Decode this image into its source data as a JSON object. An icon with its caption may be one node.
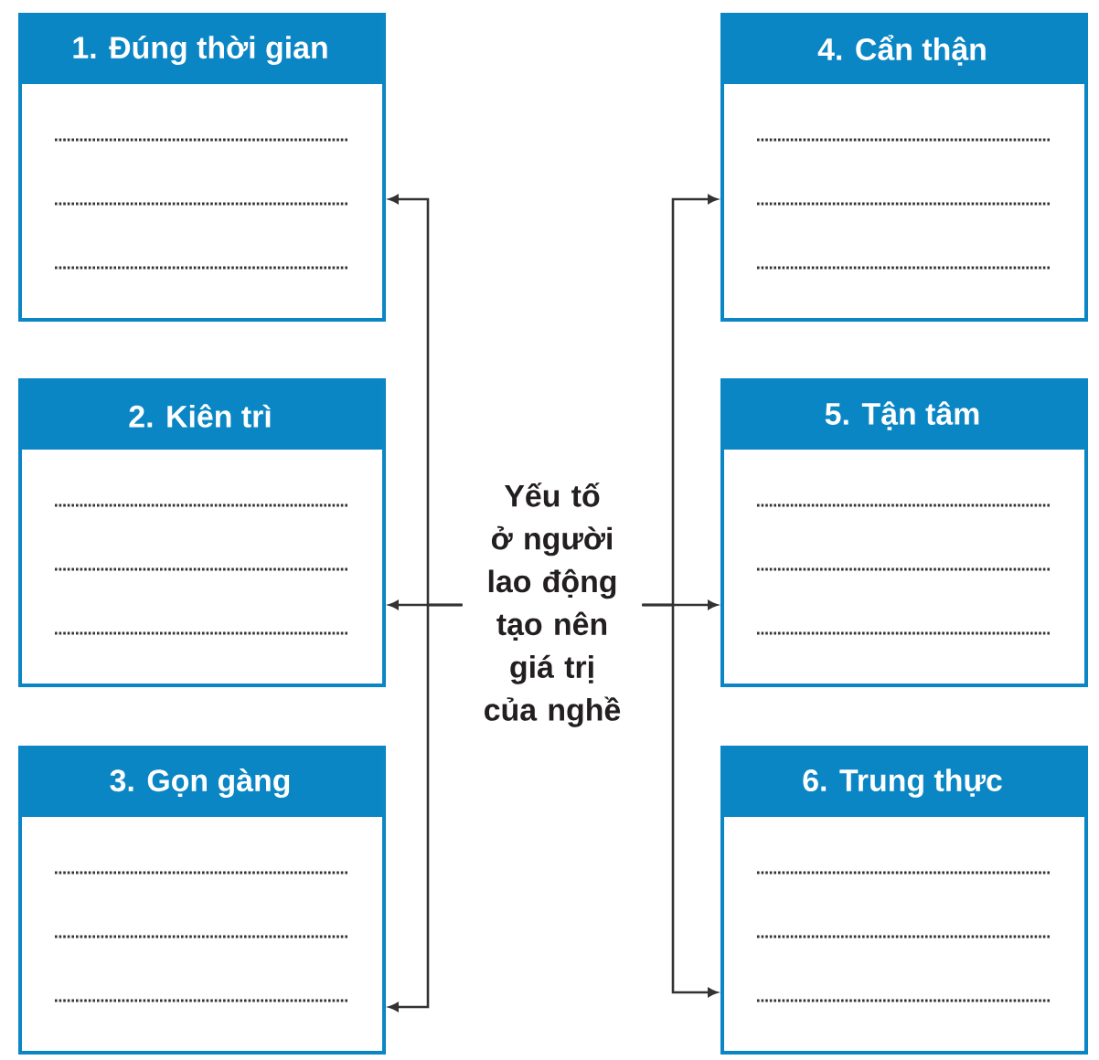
{
  "diagram": {
    "nodes": [
      {
        "text": [
          "1. Đúng thời gian"
        ]
      },
      {
        "text": [
          "4. Cẩn thận"
        ]
      },
      {
        "text": [
          "2. Kiên trì"
        ]
      },
      {
        "text": [
          "Yếu tố ở người lao động tạo nên giá trị của nghề"
        ]
      },
      {
        "text": [
          "5. Tận tâm"
        ]
      },
      {
        "text": [
          "3. Gọn gàng"
        ]
      },
      {
        "text": [
          "6. Trung thực"
        ]
      }
    ],
    "edges": [
      {
        "from": 3,
        "to": 0,
        "arrow": "to"
      },
      {
        "from": 3,
        "to": 2,
        "arrow": "to"
      },
      {
        "from": 3,
        "to": 5,
        "arrow": "to"
      },
      {
        "from": 3,
        "to": 1,
        "arrow": "to"
      },
      {
        "from": 3,
        "to": 4,
        "arrow": "to"
      },
      {
        "from": 3,
        "to": 6,
        "arrow": "to"
      }
    ]
  }
}
